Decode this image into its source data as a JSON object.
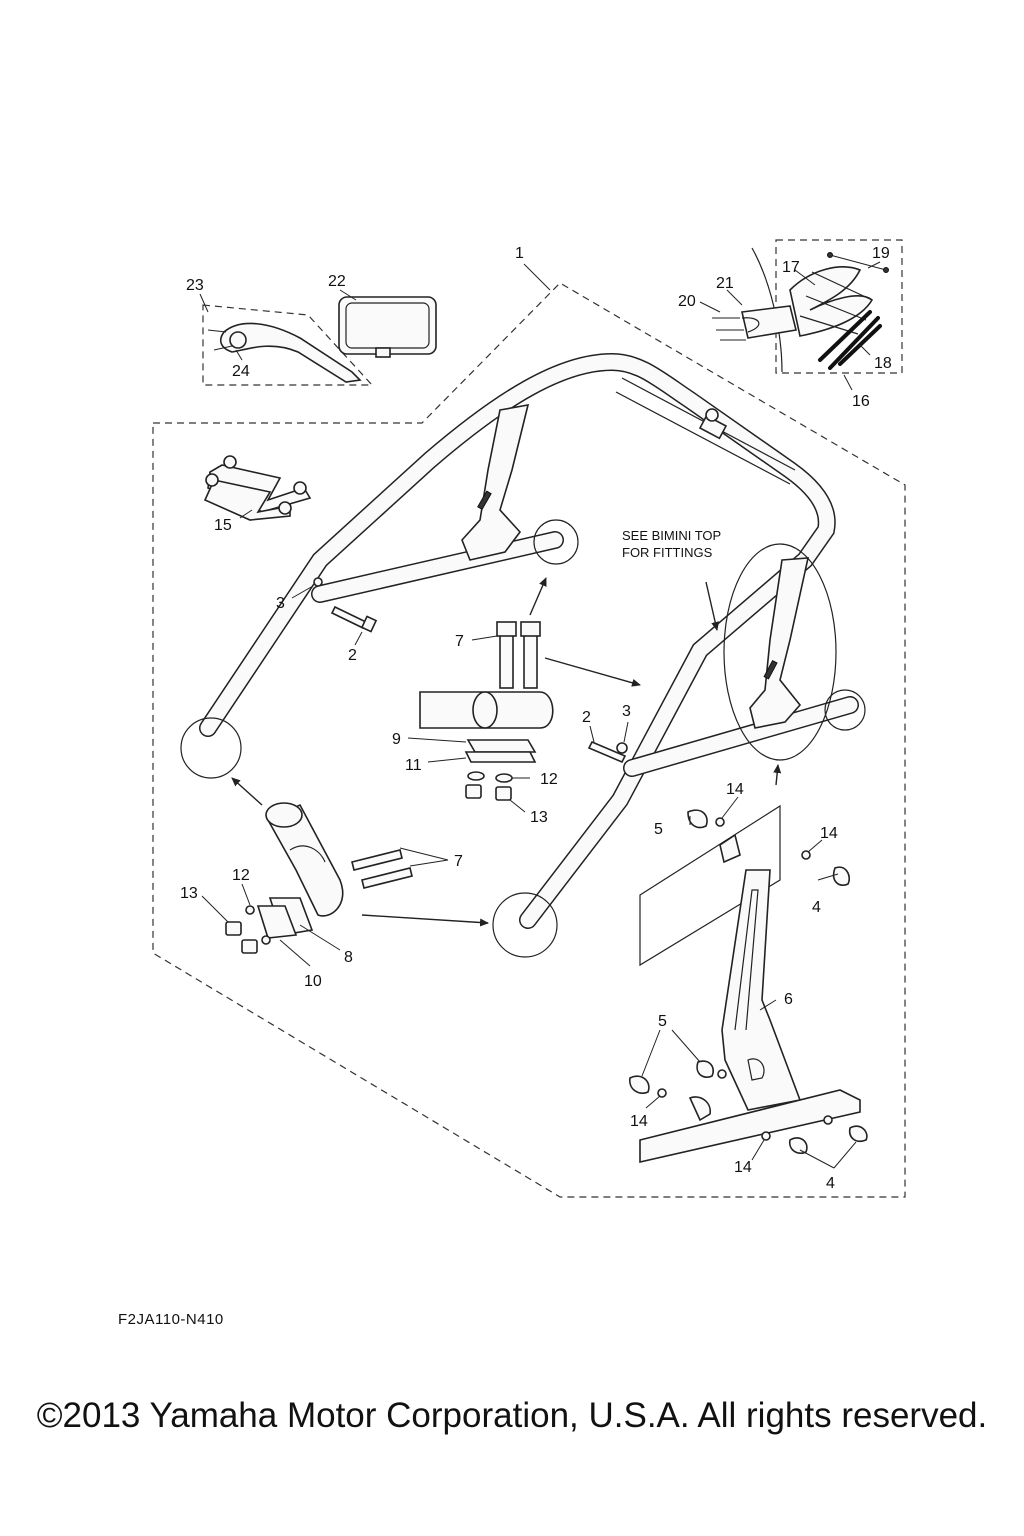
{
  "diagram": {
    "callouts": {
      "c1": "1",
      "c2a": "2",
      "c2b": "2",
      "c3a": "3",
      "c3b": "3",
      "c4a": "4",
      "c4b": "4",
      "c5a": "5",
      "c5b": "5",
      "c6": "6",
      "c7a": "7",
      "c7b": "7",
      "c8": "8",
      "c9": "9",
      "c10": "10",
      "c11": "11",
      "c12a": "12",
      "c12b": "12",
      "c13a": "13",
      "c13b": "13",
      "c14a": "14",
      "c14b": "14",
      "c14c": "14",
      "c14d": "14",
      "c15": "15",
      "c16": "16",
      "c17": "17",
      "c18": "18",
      "c19": "19",
      "c20": "20",
      "c21": "21",
      "c22": "22",
      "c23": "23",
      "c24": "24"
    },
    "note_line1": "SEE BIMINI TOP",
    "note_line2": "FOR FITTINGS",
    "drawing_code": "F2JA110-N410"
  },
  "footer": {
    "copyright": "©2013 Yamaha Motor Corporation, U.S.A. All rights reserved."
  }
}
